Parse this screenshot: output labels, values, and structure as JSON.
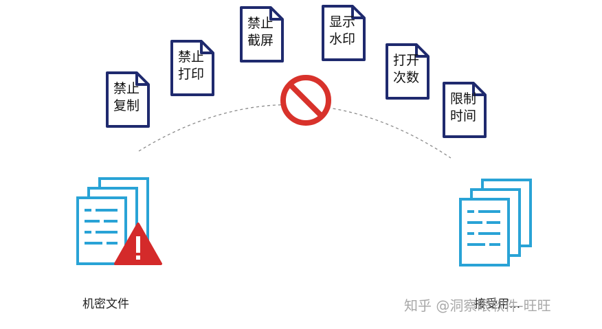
{
  "restrictions": [
    {
      "line1": "禁止",
      "line2": "复制"
    },
    {
      "line1": "禁止",
      "line2": "打印"
    },
    {
      "line1": "禁止",
      "line2": "截屏"
    },
    {
      "line1": "显示",
      "line2": "水印"
    },
    {
      "line1": "打开",
      "line2": "次数"
    },
    {
      "line1": "限制",
      "line2": "时间"
    }
  ],
  "left_label": "机密文件",
  "right_label": "接受用...",
  "watermark": "知乎 @洞察眼软件-旺旺",
  "colors": {
    "doc_outline": "#1f2a6e",
    "files_blue": "#29a3d6",
    "warning_red": "#d42a2a",
    "prohibit_red": "#d8322b",
    "arc": "#8a8a8a"
  }
}
